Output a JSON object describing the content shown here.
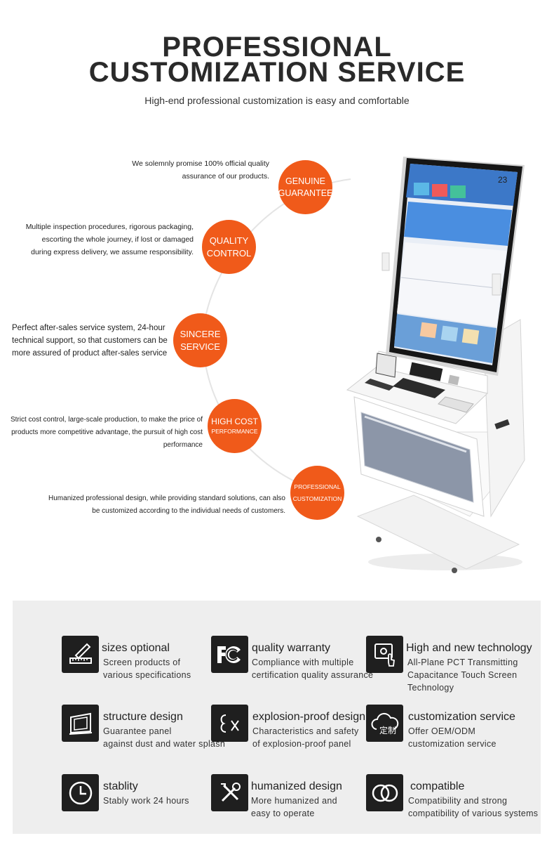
{
  "header": {
    "title_line1": "PROFESSIONAL",
    "title_line2": "CUSTOMIZATION SERVICE",
    "subtitle": "High-end professional customization is easy and comfortable"
  },
  "circles": [
    {
      "line1": "GENUINE",
      "line2": "GUARANTEE",
      "desc": "We solemnly promise 100% official quality assurance of our products."
    },
    {
      "line1": "QUALITY",
      "line2": "CONTROL",
      "desc": "Multiple inspection procedures, rigorous packaging, escorting the whole journey, if lost or damaged during express delivery, we assume responsibility."
    },
    {
      "line1": "SINCERE",
      "line2": "SERVICE",
      "desc": "Perfect after-sales service system, 24-hour technical support, so that customers can be more assured of product after-sales service"
    },
    {
      "line1": "HIGH COST",
      "line2": "PERFORMANCE",
      "desc": "Strict cost control, large-scale production, to make the price of products more competitive advantage, the pursuit of high cost performance"
    },
    {
      "line1": "PROFESSIONAL",
      "line2": "CUSTOMIZATION",
      "desc": "Humanized professional design, while providing standard solutions, can also be customized according to the individual needs of customers."
    }
  ],
  "kiosk": {
    "screen_time": "23"
  },
  "features": [
    {
      "icon": "ruler-pen-icon",
      "title": "sizes optional",
      "desc1": "Screen products of",
      "desc2": "various specifications",
      "desc3": ""
    },
    {
      "icon": "fc-certification-icon",
      "title": "quality warranty",
      "desc1": "Compliance with multiple",
      "desc2": "certification quality assurance",
      "desc3": ""
    },
    {
      "icon": "touch-technology-icon",
      "title": "High and new technology",
      "desc1": "All-Plane PCT Transmitting",
      "desc2": "Capacitance Touch Screen",
      "desc3": "Technology"
    },
    {
      "icon": "panel-structure-icon",
      "title": "structure design",
      "desc1": "Guarantee panel",
      "desc2": "against dust and water splash",
      "desc3": ""
    },
    {
      "icon": "explosion-proof-icon",
      "title": "explosion-proof design",
      "desc1": "Characteristics and safety",
      "desc2": "of explosion-proof panel",
      "desc3": ""
    },
    {
      "icon": "cloud-custom-icon",
      "icon_text": "定制",
      "title": "customization service",
      "desc1": "Offer OEM/ODM",
      "desc2": "customization service",
      "desc3": ""
    },
    {
      "icon": "clock-icon",
      "title": "stablity",
      "desc1": "Stably work 24 hours",
      "desc2": "",
      "desc3": ""
    },
    {
      "icon": "tools-icon",
      "title": "humanized design",
      "desc1": "More humanized and",
      "desc2": "easy to operate",
      "desc3": ""
    },
    {
      "icon": "rings-icon",
      "title": "compatible",
      "desc1": "Compatibility and strong",
      "desc2": "compatibility of various systems",
      "desc3": ""
    }
  ],
  "colors": {
    "accent": "#f05a1a",
    "dark": "#1f1f1f",
    "panel": "#eeeeee"
  }
}
